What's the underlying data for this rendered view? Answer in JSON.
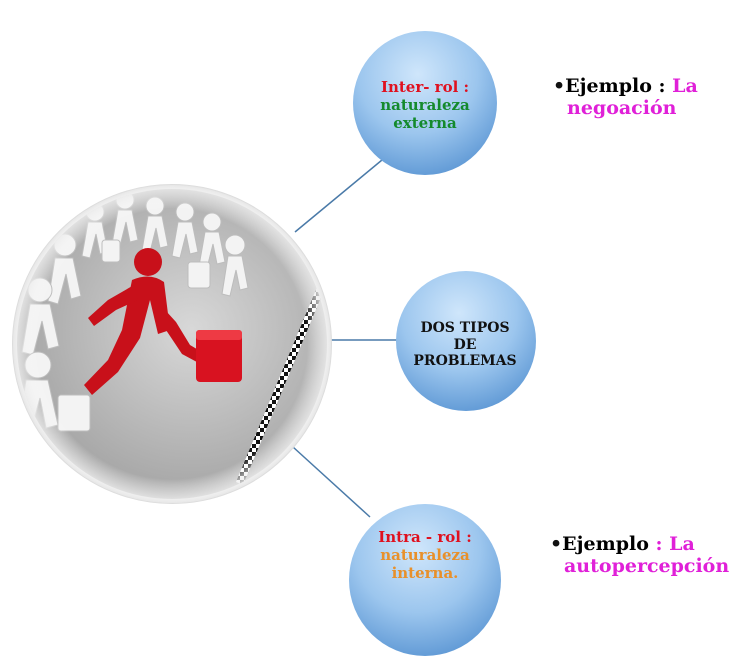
{
  "top_node": {
    "line1": "Inter- rol :",
    "line2": "naturaleza",
    "line3": "externa",
    "example": {
      "label": "Ejemplo",
      "sep": " : ",
      "value_part1": "La",
      "value_part2": "negoación"
    }
  },
  "middle_node": {
    "line1": "DOS TIPOS",
    "line2": "DE",
    "line3": "PROBLEMAS"
  },
  "bottom_node": {
    "line1": "Intra - rol :",
    "line2": "naturaleza",
    "line3": "interna.",
    "example": {
      "label": "Ejemplo",
      "sep": " : ",
      "value_part1": "La",
      "value_part2": "autopercepción"
    }
  },
  "colors": {
    "circle_light": "#bfdcf5",
    "circle_dark": "#5f9ad6",
    "connector": "#4a7aa8",
    "red": "#e0101e",
    "green": "#148a2c",
    "orange": "#e8902a",
    "magenta": "#e020d8"
  }
}
